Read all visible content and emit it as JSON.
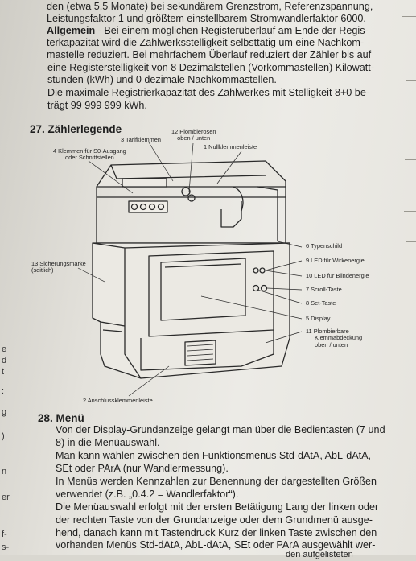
{
  "intro_lines": [
    {
      "pre": "",
      "bold": "",
      "text": "den (etwa 5,5 Monate) bei sekundärem Grenzstrom, Referenzspannung,"
    },
    {
      "pre": "",
      "bold": "",
      "text": "Leistungsfaktor 1 und größtem einstellbarem Stromwandlerfaktor 6000."
    },
    {
      "pre": "",
      "bold": "Allgemein",
      "text": " - Bei einem möglichen Registerüberlauf am Ende der Regis-"
    },
    {
      "pre": "",
      "bold": "",
      "text": "terkapazität wird die Zählwerksstelligkeit selbsttätig um eine Nachkom-"
    },
    {
      "pre": "",
      "bold": "",
      "text": "mastelle reduziert. Bei mehrfachem Überlauf reduziert der Zähler bis auf"
    },
    {
      "pre": "",
      "bold": "",
      "text": "eine Registerstelligkeit von 8 Dezimalstellen (Vorkommastellen) Kilowatt-"
    },
    {
      "pre": "",
      "bold": "",
      "text": "stunden (kWh) und 0 dezimale Nachkommastellen."
    },
    {
      "pre": "",
      "bold": "",
      "text": "Die maximale Registrierkapazität des Zählwerkes mit Stelligkeit 8+0 be-"
    },
    {
      "pre": "",
      "bold": "",
      "text": "trägt 99 999 999 kWh."
    }
  ],
  "section27": {
    "number": "27.",
    "title": "Zählerlegende"
  },
  "legend": {
    "l12": "12 Plombierösen",
    "l12b": "oben / unten",
    "l3": "3 Tarifklemmen",
    "l4": "4 Klemmen für S0-Ausgang",
    "l4b": "oder Schnittstellen",
    "l1": "1 Nullklemmenleiste",
    "l6": "6 Typenschild",
    "l13": "13 Sicherungsmarke",
    "l13b": "(seitlich)",
    "l9": "9 LED für Wirkenergie",
    "l10": "10 LED für Blindenergie",
    "l7": "7 Scroll-Taste",
    "l8": "8 Set-Taste",
    "l5": "5 Display",
    "l11": "11 Plombierbare",
    "l11b": "Klemmabdeckung",
    "l11c": "oben / unten",
    "l2": "2 Anschlussklemmenleiste"
  },
  "section28": {
    "number": "28.",
    "title": "Menü"
  },
  "menu_lines": [
    "Von der Display-Grundanzeige gelangt man über die Bedientasten (7 und",
    "8) in die Menüauswahl.",
    "Man kann wählen zwischen den Funktionsmenüs Std-dAtA, AbL-dAtA,",
    "SEt oder PArA (nur Wandlermessung).",
    "In Menüs werden Kennzahlen zur Benennung der dargestellten Größen",
    "verwendet (z.B. „0.4.2 = Wandlerfaktor“).",
    "Die Menüauswahl erfolgt mit der ersten Betätigung Lang der linken oder",
    "der rechten Taste von der Grundanzeige oder dem Grundmenü ausge-",
    "hend, danach kann mit Tastendruck Kurz der linken Taste zwischen den",
    "vorhanden Menüs Std-dAtA, AbL-dAtA, SEt oder PArA ausgewählt wer-"
  ],
  "bottom_fragment": "den aufgelisteten",
  "margin_fragments": [
    "e",
    "d",
    "t",
    ":",
    "g",
    ")",
    "n",
    "er",
    "f-",
    "s-"
  ]
}
